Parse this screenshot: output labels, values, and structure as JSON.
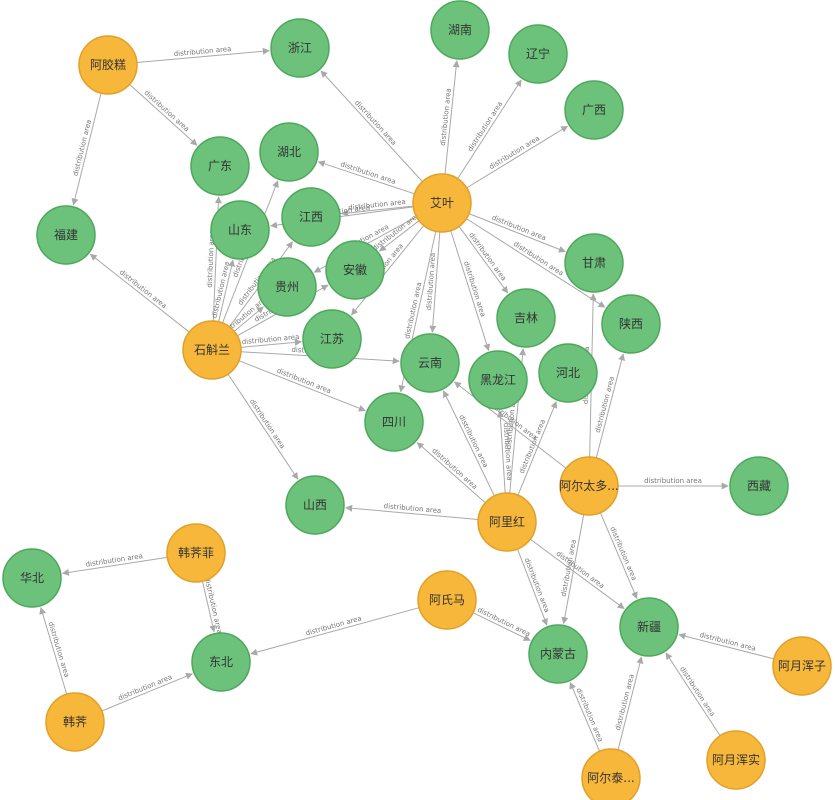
{
  "diagram": {
    "colors": {
      "orange_fill": "#f7b73a",
      "orange_stroke": "#e0a02a",
      "green_fill": "#6cc27a",
      "green_stroke": "#4da85c",
      "edge": "#a9a9a9"
    },
    "edge_label": "distribution area",
    "nodes": [
      {
        "id": "a1",
        "label": "阿胶糕",
        "kind": "orange"
      },
      {
        "id": "aiye",
        "label": "艾叶",
        "kind": "orange"
      },
      {
        "id": "shi",
        "label": "石斛兰",
        "kind": "orange"
      },
      {
        "id": "ali",
        "label": "阿里红",
        "kind": "orange"
      },
      {
        "id": "aer",
        "label": "阿尔太多...",
        "kind": "orange"
      },
      {
        "id": "hanji",
        "label": "韩荠菲",
        "kind": "orange"
      },
      {
        "id": "ashi",
        "label": "阿氏马",
        "kind": "orange"
      },
      {
        "id": "hanj",
        "label": "韩荠",
        "kind": "orange"
      },
      {
        "id": "ayz",
        "label": "阿月浑子",
        "kind": "orange"
      },
      {
        "id": "ayhs",
        "label": "阿月浑实",
        "kind": "orange"
      },
      {
        "id": "aerc",
        "label": "阿尔泰...",
        "kind": "orange"
      },
      {
        "id": "zj",
        "label": "浙江",
        "kind": "green"
      },
      {
        "id": "hun",
        "label": "湖南",
        "kind": "green"
      },
      {
        "id": "ln",
        "label": "辽宁",
        "kind": "green"
      },
      {
        "id": "gx",
        "label": "广西",
        "kind": "green"
      },
      {
        "id": "gd",
        "label": "广东",
        "kind": "green"
      },
      {
        "id": "hub",
        "label": "湖北",
        "kind": "green"
      },
      {
        "id": "fj",
        "label": "福建",
        "kind": "green"
      },
      {
        "id": "sd",
        "label": "山东",
        "kind": "green"
      },
      {
        "id": "jx",
        "label": "江西",
        "kind": "green"
      },
      {
        "id": "ah",
        "label": "安徽",
        "kind": "green"
      },
      {
        "id": "gz",
        "label": "贵州",
        "kind": "green"
      },
      {
        "id": "js",
        "label": "江苏",
        "kind": "green"
      },
      {
        "id": "gs",
        "label": "甘肃",
        "kind": "green"
      },
      {
        "id": "shx",
        "label": "陕西",
        "kind": "green"
      },
      {
        "id": "jl",
        "label": "吉林",
        "kind": "green"
      },
      {
        "id": "yn",
        "label": "云南",
        "kind": "green"
      },
      {
        "id": "hlj",
        "label": "黑龙江",
        "kind": "green"
      },
      {
        "id": "heb",
        "label": "河北",
        "kind": "green"
      },
      {
        "id": "sc",
        "label": "四川",
        "kind": "green"
      },
      {
        "id": "sx",
        "label": "山西",
        "kind": "green"
      },
      {
        "id": "xz",
        "label": "西藏",
        "kind": "green"
      },
      {
        "id": "hb",
        "label": "华北",
        "kind": "green"
      },
      {
        "id": "db",
        "label": "东北",
        "kind": "green"
      },
      {
        "id": "nmg",
        "label": "内蒙古",
        "kind": "green"
      },
      {
        "id": "xj",
        "label": "新疆",
        "kind": "green"
      }
    ],
    "edges": [
      {
        "from": "a1",
        "to": "zj"
      },
      {
        "from": "a1",
        "to": "gd"
      },
      {
        "from": "a1",
        "to": "fj"
      },
      {
        "from": "aiye",
        "to": "zj"
      },
      {
        "from": "aiye",
        "to": "hun"
      },
      {
        "from": "aiye",
        "to": "ln"
      },
      {
        "from": "aiye",
        "to": "gx"
      },
      {
        "from": "aiye",
        "to": "hub"
      },
      {
        "from": "aiye",
        "to": "sd"
      },
      {
        "from": "aiye",
        "to": "jx"
      },
      {
        "from": "aiye",
        "to": "ah"
      },
      {
        "from": "aiye",
        "to": "gz"
      },
      {
        "from": "aiye",
        "to": "js"
      },
      {
        "from": "aiye",
        "to": "gs"
      },
      {
        "from": "aiye",
        "to": "shx"
      },
      {
        "from": "aiye",
        "to": "jl"
      },
      {
        "from": "aiye",
        "to": "yn"
      },
      {
        "from": "aiye",
        "to": "hlj"
      },
      {
        "from": "aiye",
        "to": "sc"
      },
      {
        "from": "shi",
        "to": "fj"
      },
      {
        "from": "shi",
        "to": "gd"
      },
      {
        "from": "shi",
        "to": "hub"
      },
      {
        "from": "shi",
        "to": "sd"
      },
      {
        "from": "shi",
        "to": "jx"
      },
      {
        "from": "shi",
        "to": "gz"
      },
      {
        "from": "shi",
        "to": "ah"
      },
      {
        "from": "shi",
        "to": "js"
      },
      {
        "from": "shi",
        "to": "yn"
      },
      {
        "from": "shi",
        "to": "sc"
      },
      {
        "from": "shi",
        "to": "sx"
      },
      {
        "from": "ali",
        "to": "sx"
      },
      {
        "from": "ali",
        "to": "sc"
      },
      {
        "from": "ali",
        "to": "yn"
      },
      {
        "from": "ali",
        "to": "hlj"
      },
      {
        "from": "ali",
        "to": "jl"
      },
      {
        "from": "ali",
        "to": "heb"
      },
      {
        "from": "ali",
        "to": "nmg"
      },
      {
        "from": "ali",
        "to": "xj"
      },
      {
        "from": "aer",
        "to": "xz"
      },
      {
        "from": "aer",
        "to": "gs"
      },
      {
        "from": "aer",
        "to": "shx"
      },
      {
        "from": "aer",
        "to": "yn"
      },
      {
        "from": "aer",
        "to": "nmg"
      },
      {
        "from": "aer",
        "to": "xj"
      },
      {
        "from": "hanji",
        "to": "hb"
      },
      {
        "from": "hanji",
        "to": "db"
      },
      {
        "from": "hanj",
        "to": "hb"
      },
      {
        "from": "hanj",
        "to": "db"
      },
      {
        "from": "ashi",
        "to": "db"
      },
      {
        "from": "ashi",
        "to": "nmg"
      },
      {
        "from": "ayz",
        "to": "xj"
      },
      {
        "from": "ayhs",
        "to": "xj"
      },
      {
        "from": "aerc",
        "to": "nmg"
      },
      {
        "from": "aerc",
        "to": "xj"
      }
    ]
  }
}
